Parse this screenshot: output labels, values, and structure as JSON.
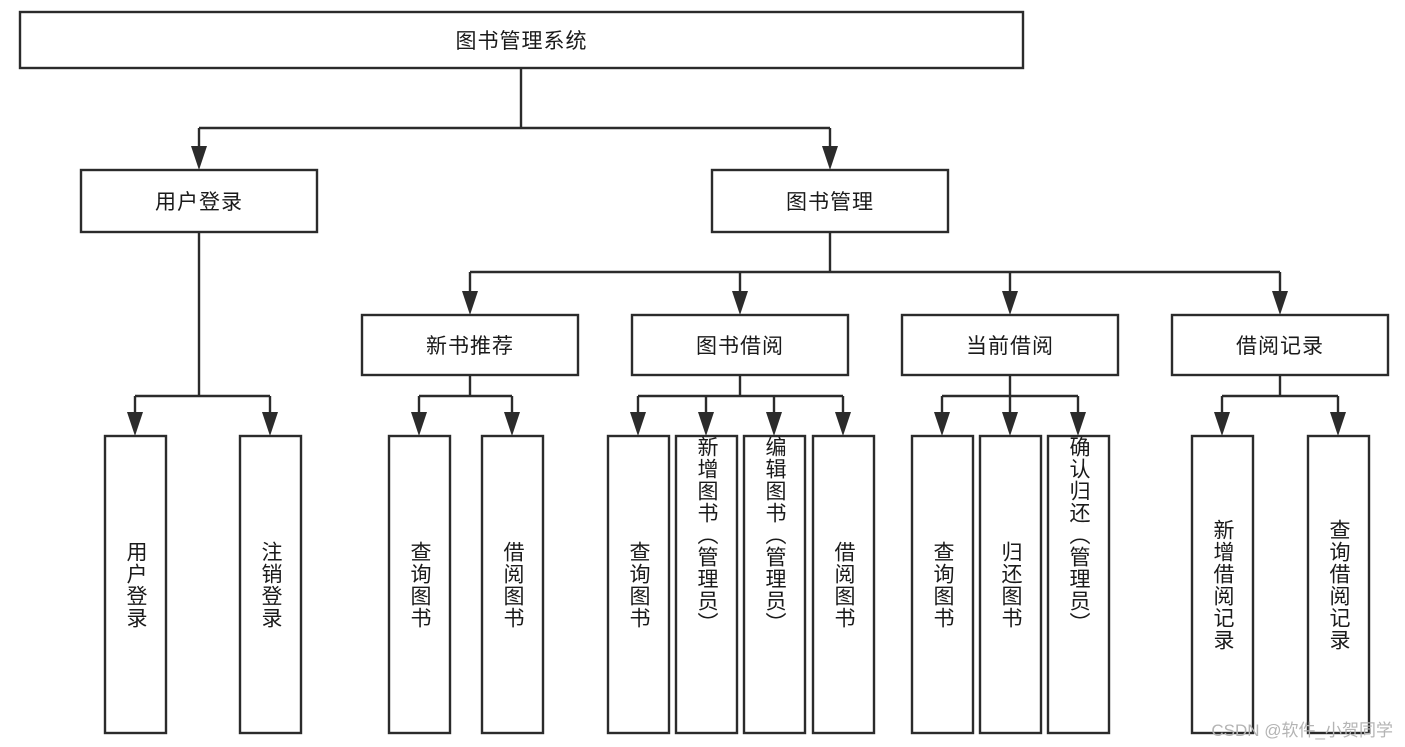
{
  "diagram": {
    "title": "图书管理系统",
    "type": "tree",
    "watermark": "CSDN @软件_小贺同学",
    "colors": {
      "box_stroke": "#2b2b2b",
      "box_fill": "#ffffff",
      "text": "#1a1a1a",
      "watermark": "#b4b4b4",
      "background": "#ffffff"
    },
    "root": {
      "label": "图书管理系统"
    },
    "level2": [
      {
        "label": "用户登录"
      },
      {
        "label": "图书管理"
      }
    ],
    "level3": [
      {
        "label": "新书推荐"
      },
      {
        "label": "图书借阅"
      },
      {
        "label": "当前借阅"
      },
      {
        "label": "借阅记录"
      }
    ],
    "leaves": {
      "user_login": [
        {
          "label": "用户登录"
        },
        {
          "label": "注销登录"
        }
      ],
      "new_book_recommend": [
        {
          "label": "查询图书"
        },
        {
          "label": "借阅图书"
        }
      ],
      "book_borrow": [
        {
          "label": "查询图书"
        },
        {
          "label": "新增图书（管理员）"
        },
        {
          "label": "编辑图书（管理员）"
        },
        {
          "label": "借阅图书"
        }
      ],
      "current_borrow": [
        {
          "label": "查询图书"
        },
        {
          "label": "归还图书"
        },
        {
          "label": "确认归还（管理员）"
        }
      ],
      "borrow_record": [
        {
          "label": "新增借阅记录"
        },
        {
          "label": "查询借阅记录"
        }
      ]
    }
  }
}
